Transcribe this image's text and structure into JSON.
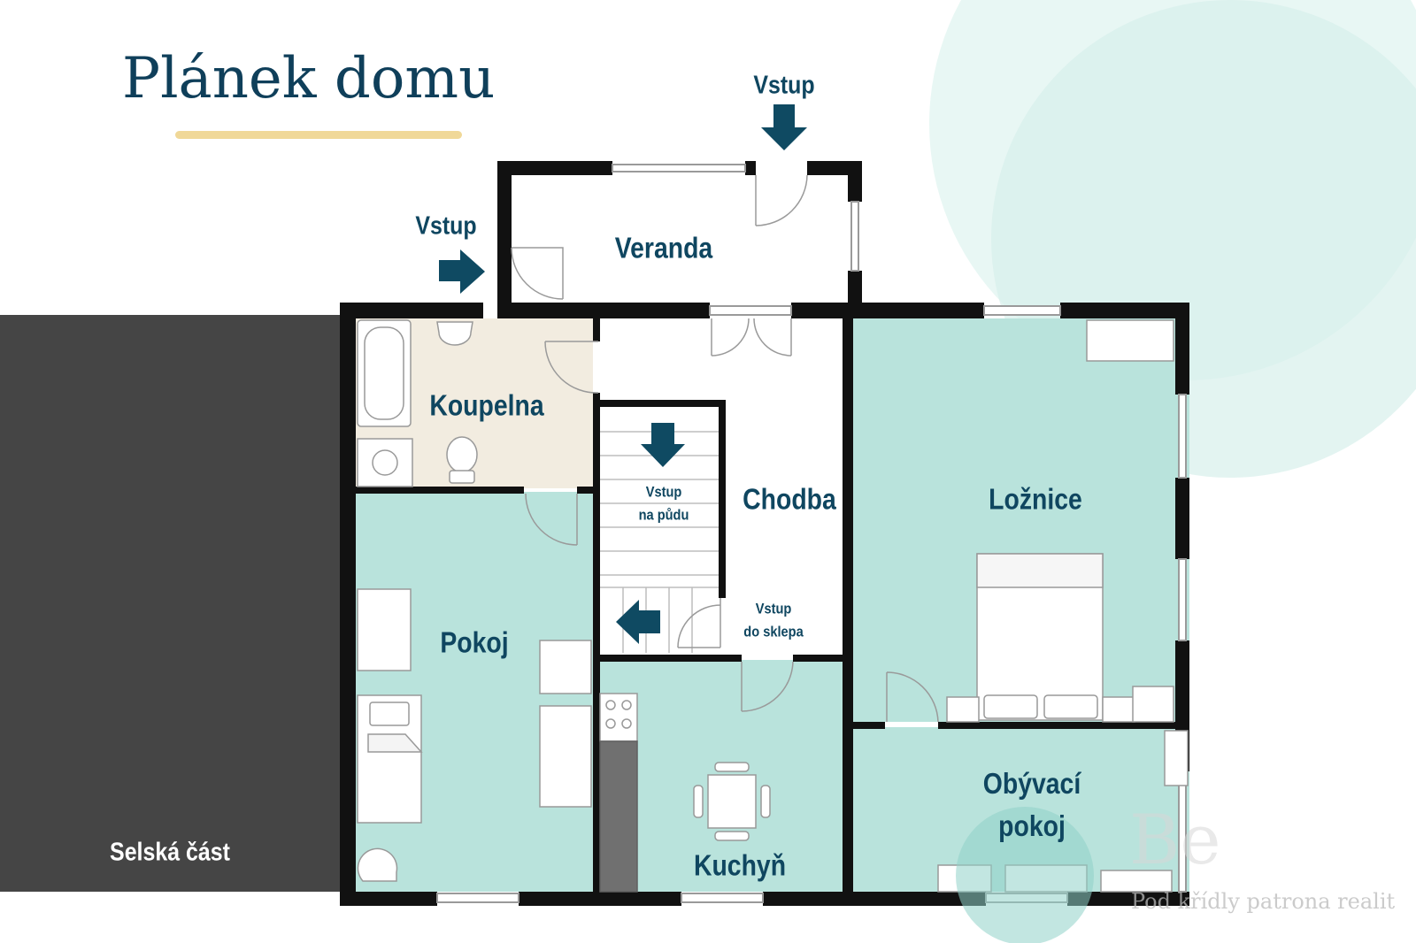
{
  "title": "Plánek domu",
  "labels": {
    "vstup_top": "Vstup",
    "vstup_left": "Vstup",
    "veranda": "Veranda",
    "koupelna": "Koupelna",
    "chodba": "Chodba",
    "loznice": "Ložnice",
    "vstup_pudu_line1": "Vstup",
    "vstup_pudu_line2": "na půdu",
    "vstup_sklepa_line1": "Vstup",
    "vstup_sklepa_line2": "do sklepa",
    "pokoj": "Pokoj",
    "kuchyn": "Kuchyň",
    "obyvaci_line1": "Obývací",
    "obyvaci_line2": "pokoj",
    "selska_cast": "Selská část"
  },
  "watermark": {
    "logo": "Be",
    "slogan": "Pod křídly patrona realit"
  },
  "colors": {
    "title": "#0f3f5a",
    "title_underline": "#f0d898",
    "label": "#0f4660",
    "arrow": "#0f4a62",
    "wall": "#111111",
    "room_teal": "#b9e3dc",
    "room_bath": "#f2ece0",
    "selska": "#454545",
    "bg_decor": "#e6f6f3"
  }
}
